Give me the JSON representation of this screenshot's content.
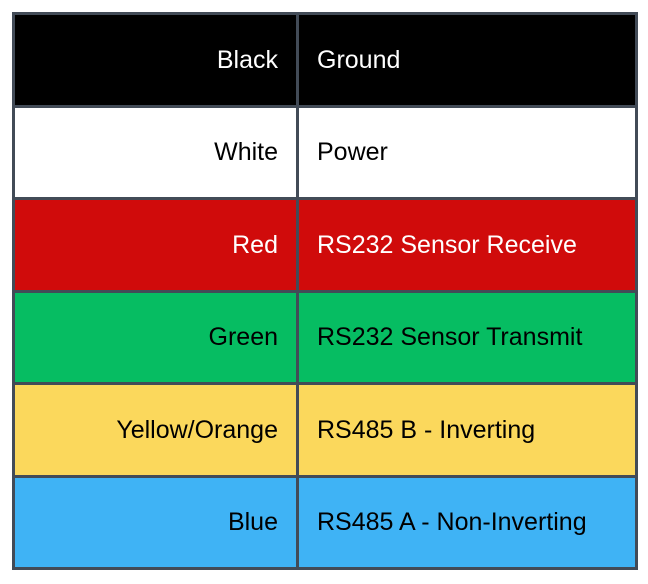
{
  "table": {
    "name": "wire-color-pinout-table",
    "border_color": "#424b57",
    "page_background": "#ffffff",
    "columns": [
      {
        "key": "color",
        "align": "right"
      },
      {
        "key": "function",
        "align": "left"
      }
    ],
    "rows": [
      {
        "id": "black",
        "color": "Black",
        "function": "Ground",
        "background": "#000000",
        "text_color": "#ffffff"
      },
      {
        "id": "white",
        "color": "White",
        "function": "Power",
        "background": "#ffffff",
        "text_color": "#000000"
      },
      {
        "id": "red",
        "color": "Red",
        "function": "RS232 Sensor Receive",
        "background": "#d00b0b",
        "text_color": "#ffffff"
      },
      {
        "id": "green",
        "color": "Green",
        "function": "RS232 Sensor Transmit",
        "background": "#06bd62",
        "text_color": "#000000"
      },
      {
        "id": "yellow",
        "color": "Yellow/Orange",
        "function": "RS485 B - Inverting",
        "background": "#fbd85c",
        "text_color": "#000000"
      },
      {
        "id": "blue",
        "color": "Blue",
        "function": "RS485 A - Non-Inverting",
        "background": "#3fb3f5",
        "text_color": "#000000"
      }
    ]
  }
}
